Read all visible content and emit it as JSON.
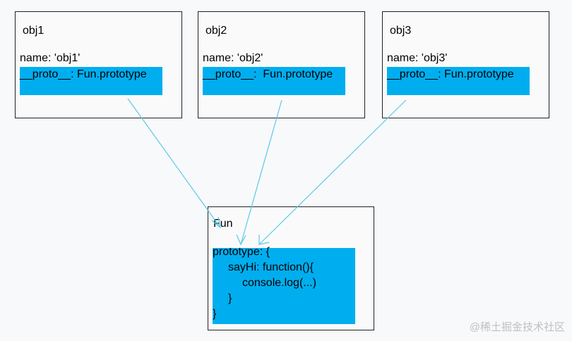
{
  "colors": {
    "highlight": "#00aeef",
    "arrow": "#5bc8ec",
    "border": "#222222"
  },
  "objects": [
    {
      "title": "obj1",
      "name_line": "name: 'obj1'",
      "proto_line": "__proto__: Fun.prototype"
    },
    {
      "title": "obj2",
      "name_line": "name: 'obj2'",
      "proto_line": "__proto__:  Fun.prototype"
    },
    {
      "title": "obj3",
      "name_line": "name: 'obj3'",
      "proto_line": "__proto__: Fun.prototype"
    }
  ],
  "fun": {
    "title": "Fun",
    "code_lines": [
      "prototype: {",
      "sayHi: function(){",
      "console.log(...)",
      "}",
      "}"
    ]
  },
  "watermark": "@稀土掘金技术社区"
}
